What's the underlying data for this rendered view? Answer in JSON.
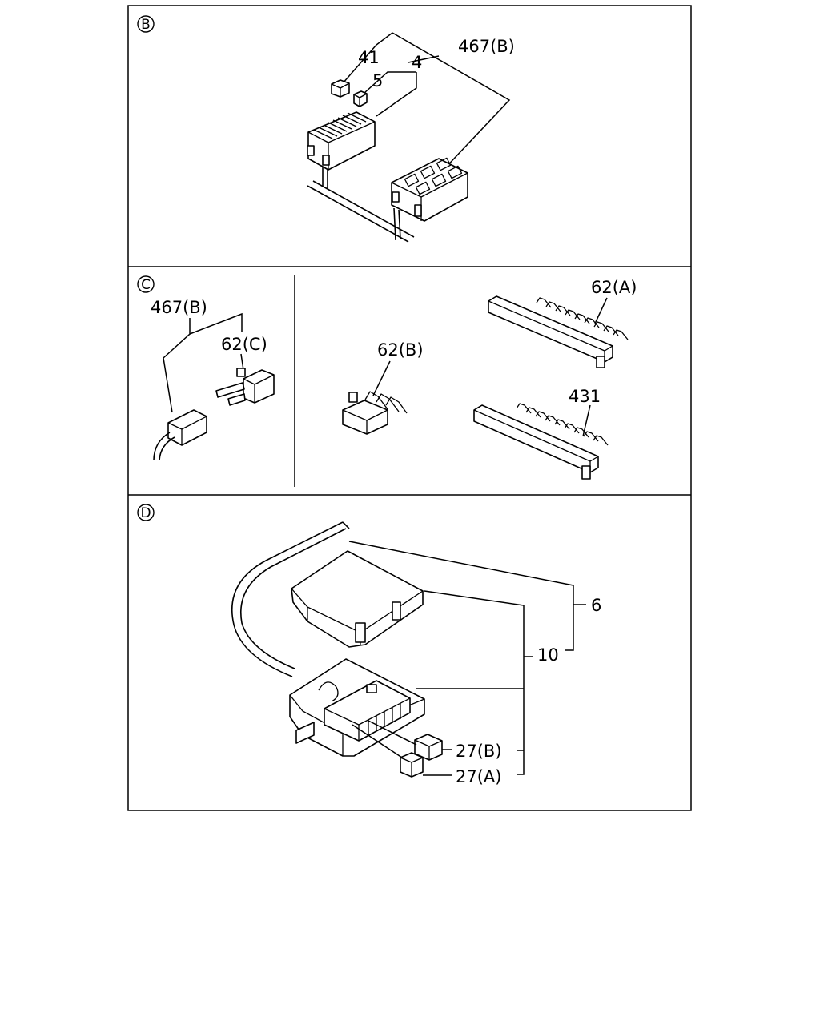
{
  "sections": {
    "B": {
      "marker": "B",
      "labels": {
        "l41": "41",
        "l5": "5",
        "l4": "4",
        "l467b": "467(B)"
      }
    },
    "C": {
      "marker": "C",
      "labels": {
        "l467b": "467(B)",
        "l62c": "62(C)",
        "l62b": "62(B)",
        "l62a": "62(A)",
        "l431": "431"
      }
    },
    "D": {
      "marker": "D",
      "labels": {
        "l6": "6",
        "l10": "10",
        "l27b": "27(B)",
        "l27a": "27(A)"
      }
    }
  }
}
